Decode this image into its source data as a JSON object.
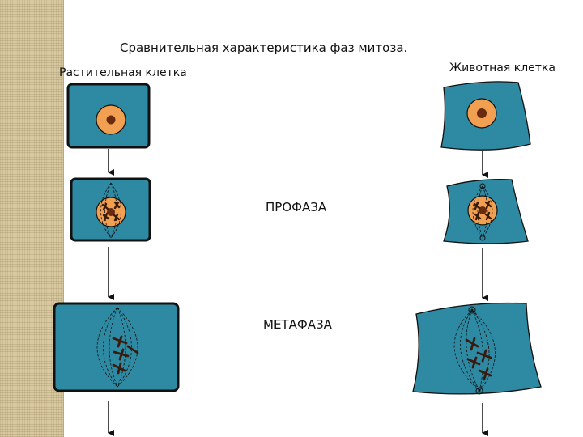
{
  "title": "Сравнительная характеристика фаз митоза.",
  "plant_label": "Растительная клетка",
  "animal_label": "Животная клетка",
  "phases": {
    "prophase": "ПРОФАЗА",
    "metaphase": "МЕТАФАЗА"
  },
  "colors": {
    "cell_fill": "#2e8aa3",
    "cell_border": "#111111",
    "nucleus_fill": "#f0a050",
    "nucleolus_fill": "#6a2a10",
    "chromosome": "#3a1a0c",
    "sidebar": "#d8c9a0"
  }
}
